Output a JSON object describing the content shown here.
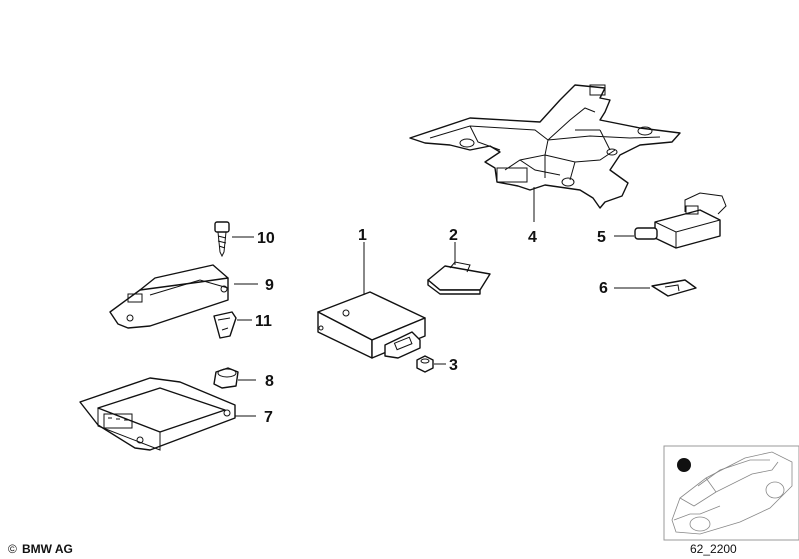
{
  "callouts": {
    "c1": "1",
    "c2": "2",
    "c3": "3",
    "c4": "4",
    "c5": "5",
    "c6": "6",
    "c7": "7",
    "c8": "8",
    "c9": "9",
    "c10": "10",
    "c11": "11"
  },
  "footer": {
    "copyright_symbol": "©",
    "brand": "BMW AG",
    "diagram_code": "62_2200"
  }
}
